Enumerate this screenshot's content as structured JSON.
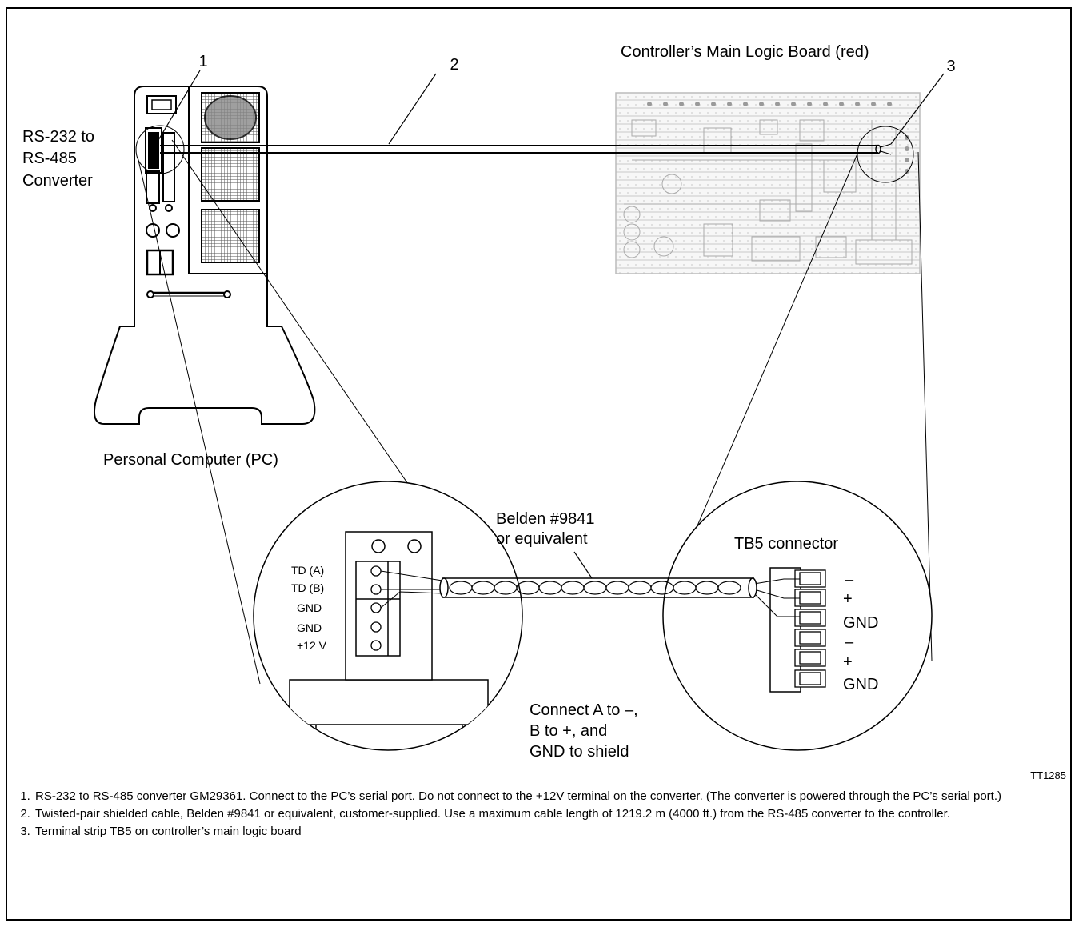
{
  "figure": {
    "labels": {
      "callout_1": "1",
      "callout_2": "2",
      "callout_3": "3",
      "converter_line1": "RS-232 to",
      "converter_line2": "RS-485",
      "converter_line3": "Converter",
      "board_title": "Controller’s Main Logic Board (red)",
      "pc_caption": "Personal Computer (PC)",
      "cable_line1": "Belden #9841",
      "cable_line2": "or equivalent",
      "tb5_title": "TB5 connector",
      "connect_line1": "Connect A to –,",
      "connect_line2": "B to +, and",
      "connect_line3": "GND to shield",
      "figure_id": "TT1285"
    },
    "converter_terminals": [
      "TD (A)",
      "TD (B)",
      "GND",
      "GND",
      "+12 V"
    ],
    "tb5_terminals": [
      "–",
      "+",
      "GND",
      "–",
      "+",
      "GND"
    ]
  },
  "notes": [
    "RS-232 to RS-485 converter GM29361.  Connect to the PC’s serial port.  Do not connect to the +12V terminal on the converter.  (The converter is powered through the PC’s serial port.)",
    "Twisted-pair shielded cable, Belden #9841 or equivalent, customer-supplied.  Use a maximum cable length of 1219.2 m (4000 ft.) from the RS-485 converter to the controller.",
    "Terminal strip TB5 on controller’s main logic board"
  ]
}
